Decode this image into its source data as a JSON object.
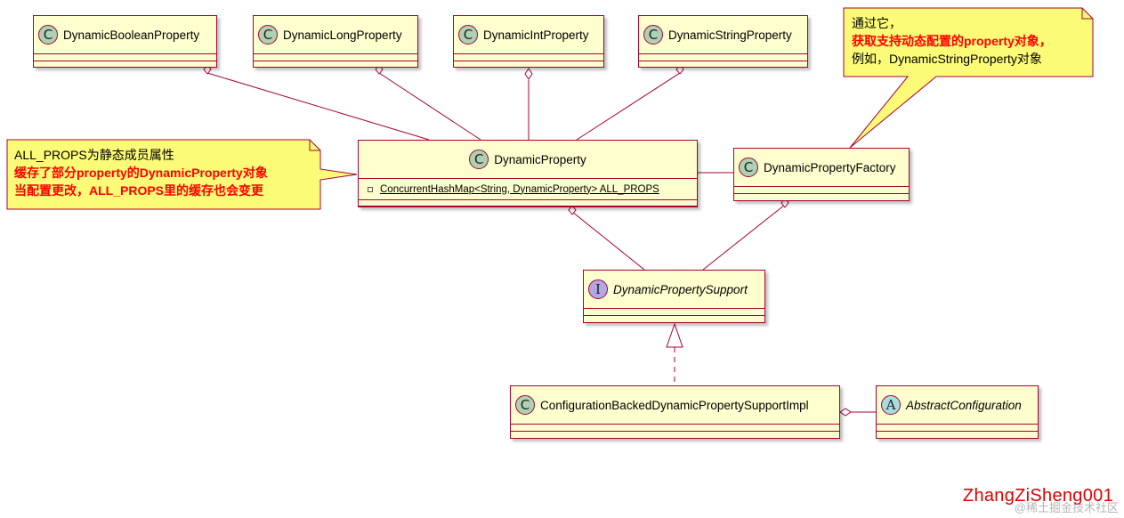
{
  "classes": {
    "dynamic_boolean_property": {
      "kind": "C",
      "name": "DynamicBooleanProperty"
    },
    "dynamic_long_property": {
      "kind": "C",
      "name": "DynamicLongProperty"
    },
    "dynamic_int_property": {
      "kind": "C",
      "name": "DynamicIntProperty"
    },
    "dynamic_string_property": {
      "kind": "C",
      "name": "DynamicStringProperty"
    },
    "dynamic_property": {
      "kind": "C",
      "name": "DynamicProperty",
      "field": "ConcurrentHashMap<String, DynamicProperty> ALL_PROPS"
    },
    "dynamic_property_factory": {
      "kind": "C",
      "name": "DynamicPropertyFactory"
    },
    "dynamic_property_support": {
      "kind": "I",
      "name": "DynamicPropertySupport"
    },
    "configuration_backed_impl": {
      "kind": "C",
      "name": "ConfigurationBackedDynamicPropertySupportImpl"
    },
    "abstract_configuration": {
      "kind": "A",
      "name": "AbstractConfiguration"
    }
  },
  "notes": {
    "left": {
      "line1": "ALL_PROPS为静态成员属性",
      "line2": "缓存了部分property的DynamicProperty对象",
      "line3": "当配置更改，ALL_PROPS里的缓存也会变更"
    },
    "right": {
      "line1": "通过它，",
      "line2": "获取支持动态配置的property对象，",
      "line3": "例如，DynamicStringProperty对象"
    }
  },
  "watermark": "ZhangZiSheng001",
  "platform_watermark": "@稀土掘金技术社区",
  "colors": {
    "border": "#a80036",
    "fill": "#fefece",
    "note_fill": "#fbfb77",
    "highlight": "#ff0000"
  }
}
